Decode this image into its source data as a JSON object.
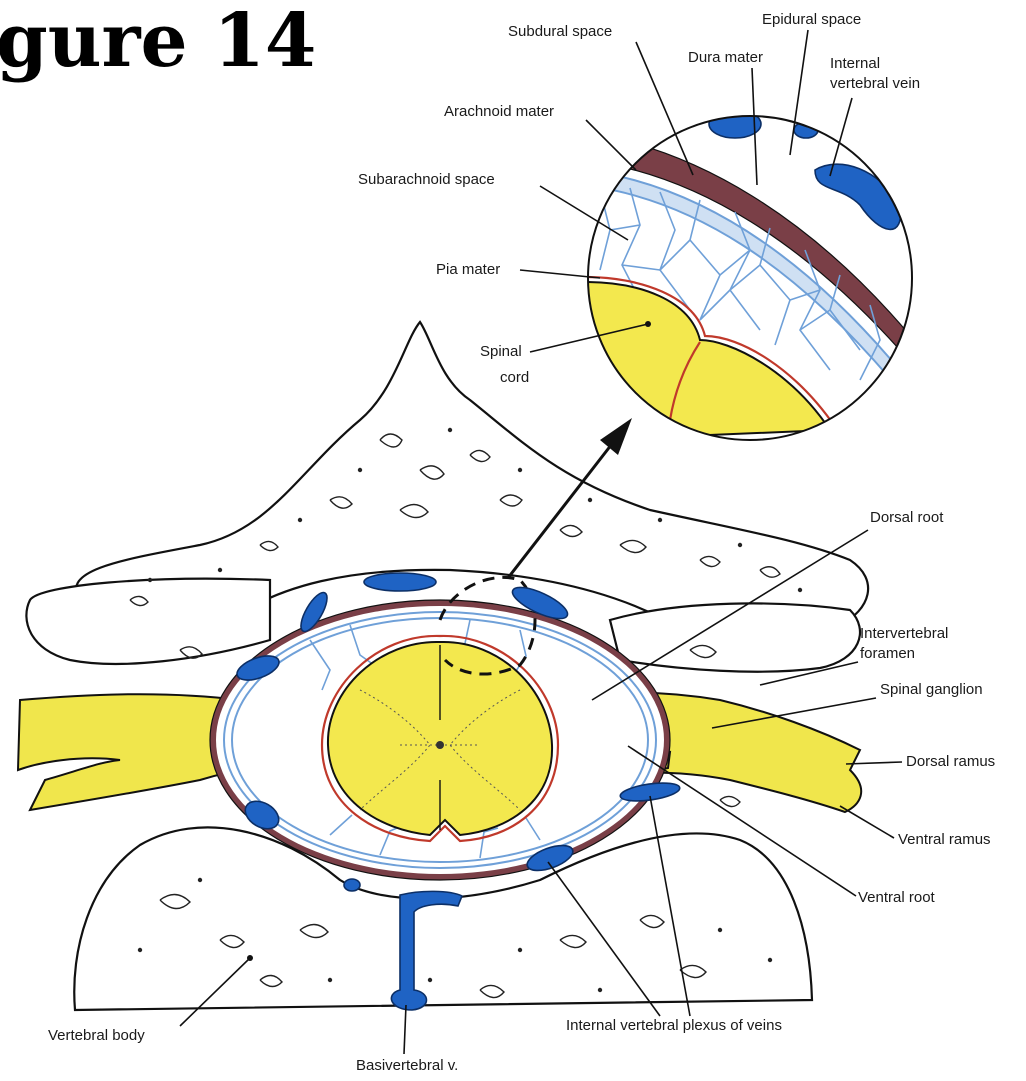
{
  "figure": {
    "title": "gure 14"
  },
  "labels": {
    "subdural_space": "Subdural space",
    "epidural_space": "Epidural space",
    "dura_mater": "Dura mater",
    "internal_vertebral_vein_1": "Internal",
    "internal_vertebral_vein_2": "vertebral vein",
    "arachnoid_mater": "Arachnoid mater",
    "subarachnoid_space": "Subarachnoid space",
    "pia_mater": "Pia mater",
    "spinal_cord_1": "Spinal",
    "spinal_cord_2": "cord",
    "dorsal_root": "Dorsal root",
    "intervertebral_foramen_1": "Intervertebral",
    "intervertebral_foramen_2": "foramen",
    "spinal_ganglion": "Spinal ganglion",
    "dorsal_ramus": "Dorsal ramus",
    "ventral_ramus": "Ventral ramus",
    "ventral_root": "Ventral root",
    "vertebral_body": "Vertebral body",
    "internal_vertebral_plexus": "Internal vertebral plexus of veins",
    "basivertebral_v": "Basivertebral v."
  },
  "colors": {
    "cord": "#f3e84e",
    "nerve": "#f0e64c",
    "vein": "#1f63c4",
    "dura": "#7a3f47",
    "arachnoid": "#6fa0d8",
    "pia": "#c0392b"
  }
}
